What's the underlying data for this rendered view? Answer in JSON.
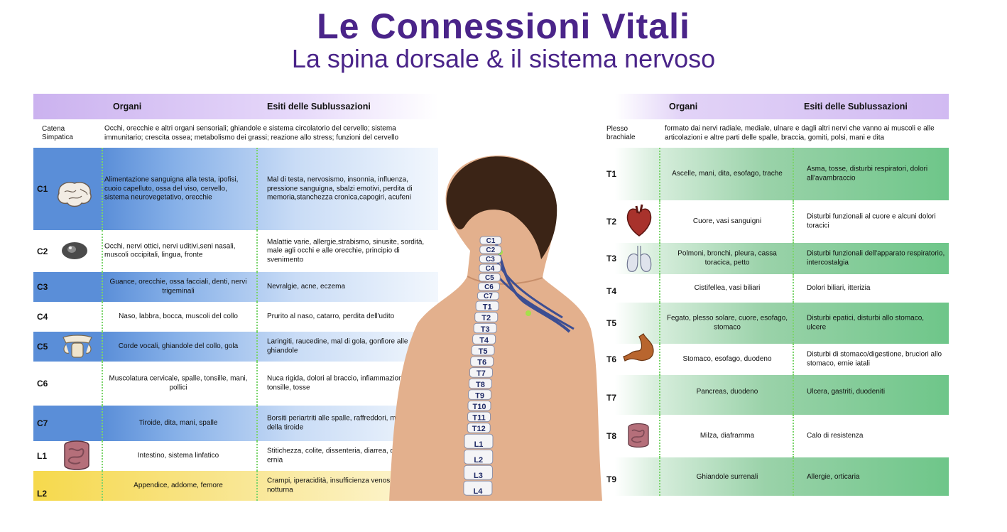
{
  "title": "Le Connessioni Vitali",
  "subtitle": "La spina dorsale & il sistema nervoso",
  "left": {
    "header": {
      "organi": "Organi",
      "esiti": "Esiti delle Sublussazioni"
    },
    "intro": {
      "label": [
        "Catena",
        "Simpatica"
      ],
      "text": "Occhi, orecchie e altri organi sensoriali; ghiandole e sistema circolatorio del cervello; sistema immunitario; crescita ossea; metabolismo dei grassi; reazione allo stress; funzioni del cervello"
    },
    "rows": [
      {
        "label": "C1",
        "organi": "Alimentazione sanguigna alla testa, ipofisi, cuoio capelluto, ossa del viso, cervello, sistema neurovegetativo, orecchie",
        "esiti": "Mal di testa, nervosismo, insonnia, influenza, pressione sanguigna, sbalzi emotivi, perdita di memoria,stanchezza cronica,capogiri, acufeni",
        "icon": "brain-icon"
      },
      {
        "label": "C2",
        "organi": "Occhi, nervi ottici, nervi uditivi,seni nasali, muscoli occipitali, lingua, fronte",
        "esiti": "Malattie varie, allergie,strabismo, sinusite, sordità, male agli occhi e alle orecchie, principio di svenimento",
        "icon": "eye-icon"
      },
      {
        "label": "C3",
        "organi": "Guance, orecchie, ossa facciali, denti, nervi trigeminali",
        "esiti": "Nevralgie, acne, eczema"
      },
      {
        "label": "C4",
        "organi": "Naso, labbra, bocca, muscoli del collo",
        "esiti": "Prurito al naso, catarro, perdita dell'udito"
      },
      {
        "label": "C5",
        "organi": "Corde vocali, ghiandole del collo, gola",
        "esiti": "Laringiti, raucedine, mal di gola, gonfiore alle ghiandole",
        "icon": "larynx-icon"
      },
      {
        "label": "C6",
        "organi": "Muscolatura cervicale, spalle, tonsille, mani, pollici",
        "esiti": "Nuca rigida, dolori al braccio, infiammazioni delle tonsille, tosse"
      },
      {
        "label": "C7",
        "organi": "Tiroide, dita, mani, spalle",
        "esiti": "Borsiti periartriti alle spalle, raffreddori, malattie della tiroide"
      },
      {
        "label": "L1",
        "organi": "Intestino, sistema linfatico",
        "esiti": "Stitichezza, colite, dissenteria, diarrea, diversi tipi di ernia",
        "icon": "intestine-icon"
      },
      {
        "label": "L2",
        "organi": "Appendice, addome, femore",
        "esiti": "Crampi, iperacidità, insufficienza venosa, enuresi notturna"
      }
    ]
  },
  "right": {
    "header": {
      "organi": "Organi",
      "esiti": "Esiti delle Sublussazioni"
    },
    "intro": {
      "label": [
        "Plesso",
        "brachiale"
      ],
      "text": "formato dai nervi radiale, mediale, ulnare e dagli altri nervi che vanno ai muscoli e alle articolazioni e altre parti delle spalle, braccia, gomiti, polsi, mani e dita"
    },
    "rows": [
      {
        "label": "T1",
        "organi": "Ascelle, mani, dita, esofago, trache",
        "esiti": "Asma, tosse, disturbi respiratori, dolori all'avambraccio"
      },
      {
        "label": "T2",
        "organi": "Cuore, vasi sanguigni",
        "esiti": "Disturbi funzionali al cuore e alcuni dolori toracici",
        "icon": "heart-icon"
      },
      {
        "label": "T3",
        "organi": "Polmoni, bronchi, pleura, cassa toracica, petto",
        "esiti": "Disturbi funzionali dell'apparato respiratorio, intercostalgia",
        "icon": "lungs-icon"
      },
      {
        "label": "T4",
        "organi": "Cistifellea, vasi biliari",
        "esiti": "Dolori biliari, itterizia"
      },
      {
        "label": "T5",
        "organi": "Fegato, plesso solare, cuore, esofago, stomaco",
        "esiti": "Disturbi epatici, disturbi allo stomaco, ulcere"
      },
      {
        "label": "T6",
        "organi": "Stomaco, esofago, duodeno",
        "esiti": "Disturbi di stomaco/digestione, bruciori allo stomaco, ernie iatali",
        "icon": "stomach-icon"
      },
      {
        "label": "T7",
        "organi": "Pancreas, duodeno",
        "esiti": "Ulcera, gastriti, duodeniti"
      },
      {
        "label": "T8",
        "organi": "Milza, diaframma",
        "esiti": "Calo di resistenza",
        "icon": "intestine-icon"
      },
      {
        "label": "T9",
        "organi": "Ghiandole surrenali",
        "esiti": "Allergie, orticaria"
      }
    ]
  },
  "vertebrae": [
    "C1",
    "C2",
    "C3",
    "C4",
    "C5",
    "C6",
    "C7",
    "T1",
    "T2",
    "T3",
    "T4",
    "T5",
    "T6",
    "T7",
    "T8",
    "T9",
    "T10",
    "T11",
    "T12",
    "L1",
    "L2",
    "L3",
    "L4"
  ],
  "colors": {
    "title": "#4a2489",
    "blue": "#5a8ed8",
    "green": "#6ec689",
    "yellow": "#f6d94c",
    "header": "#cbb2ef"
  }
}
